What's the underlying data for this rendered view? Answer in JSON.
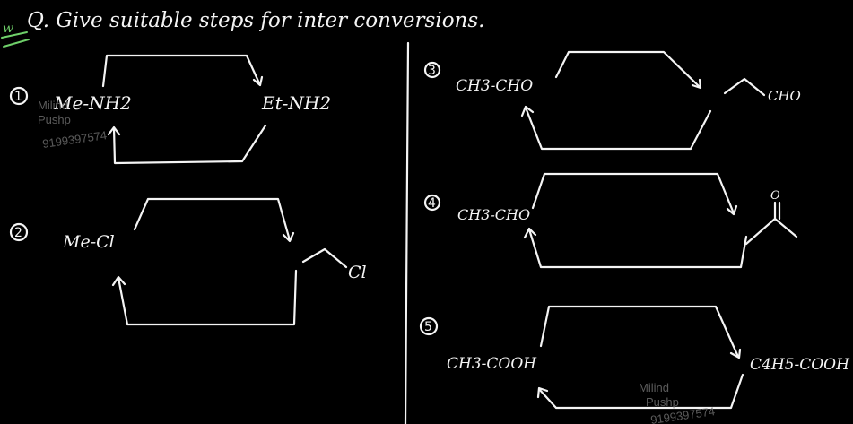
{
  "header": {
    "mark": "w",
    "question": "Q. Give suitable steps for inter conversions."
  },
  "problems": [
    {
      "number": "1",
      "start": "Me-NH2",
      "end": "Et-NH2"
    },
    {
      "number": "2",
      "start": "Me-Cl",
      "end": "Cl"
    },
    {
      "number": "3",
      "start": "CH3-CHO",
      "end": "CHO"
    },
    {
      "number": "4",
      "start": "CH3-CHO",
      "end": "O"
    },
    {
      "number": "5",
      "start": "CH3-COOH",
      "end": "C4H5-COOH"
    }
  ],
  "watermarks": [
    {
      "name": "Milind",
      "sub": "Pushp",
      "phone": "9199397574"
    },
    {
      "name": "Milind",
      "sub": "Pushp",
      "phone": "9199397574"
    }
  ],
  "colors": {
    "background": "#000000",
    "ink": "#f4f4f4",
    "accent": "#6fd06a"
  }
}
